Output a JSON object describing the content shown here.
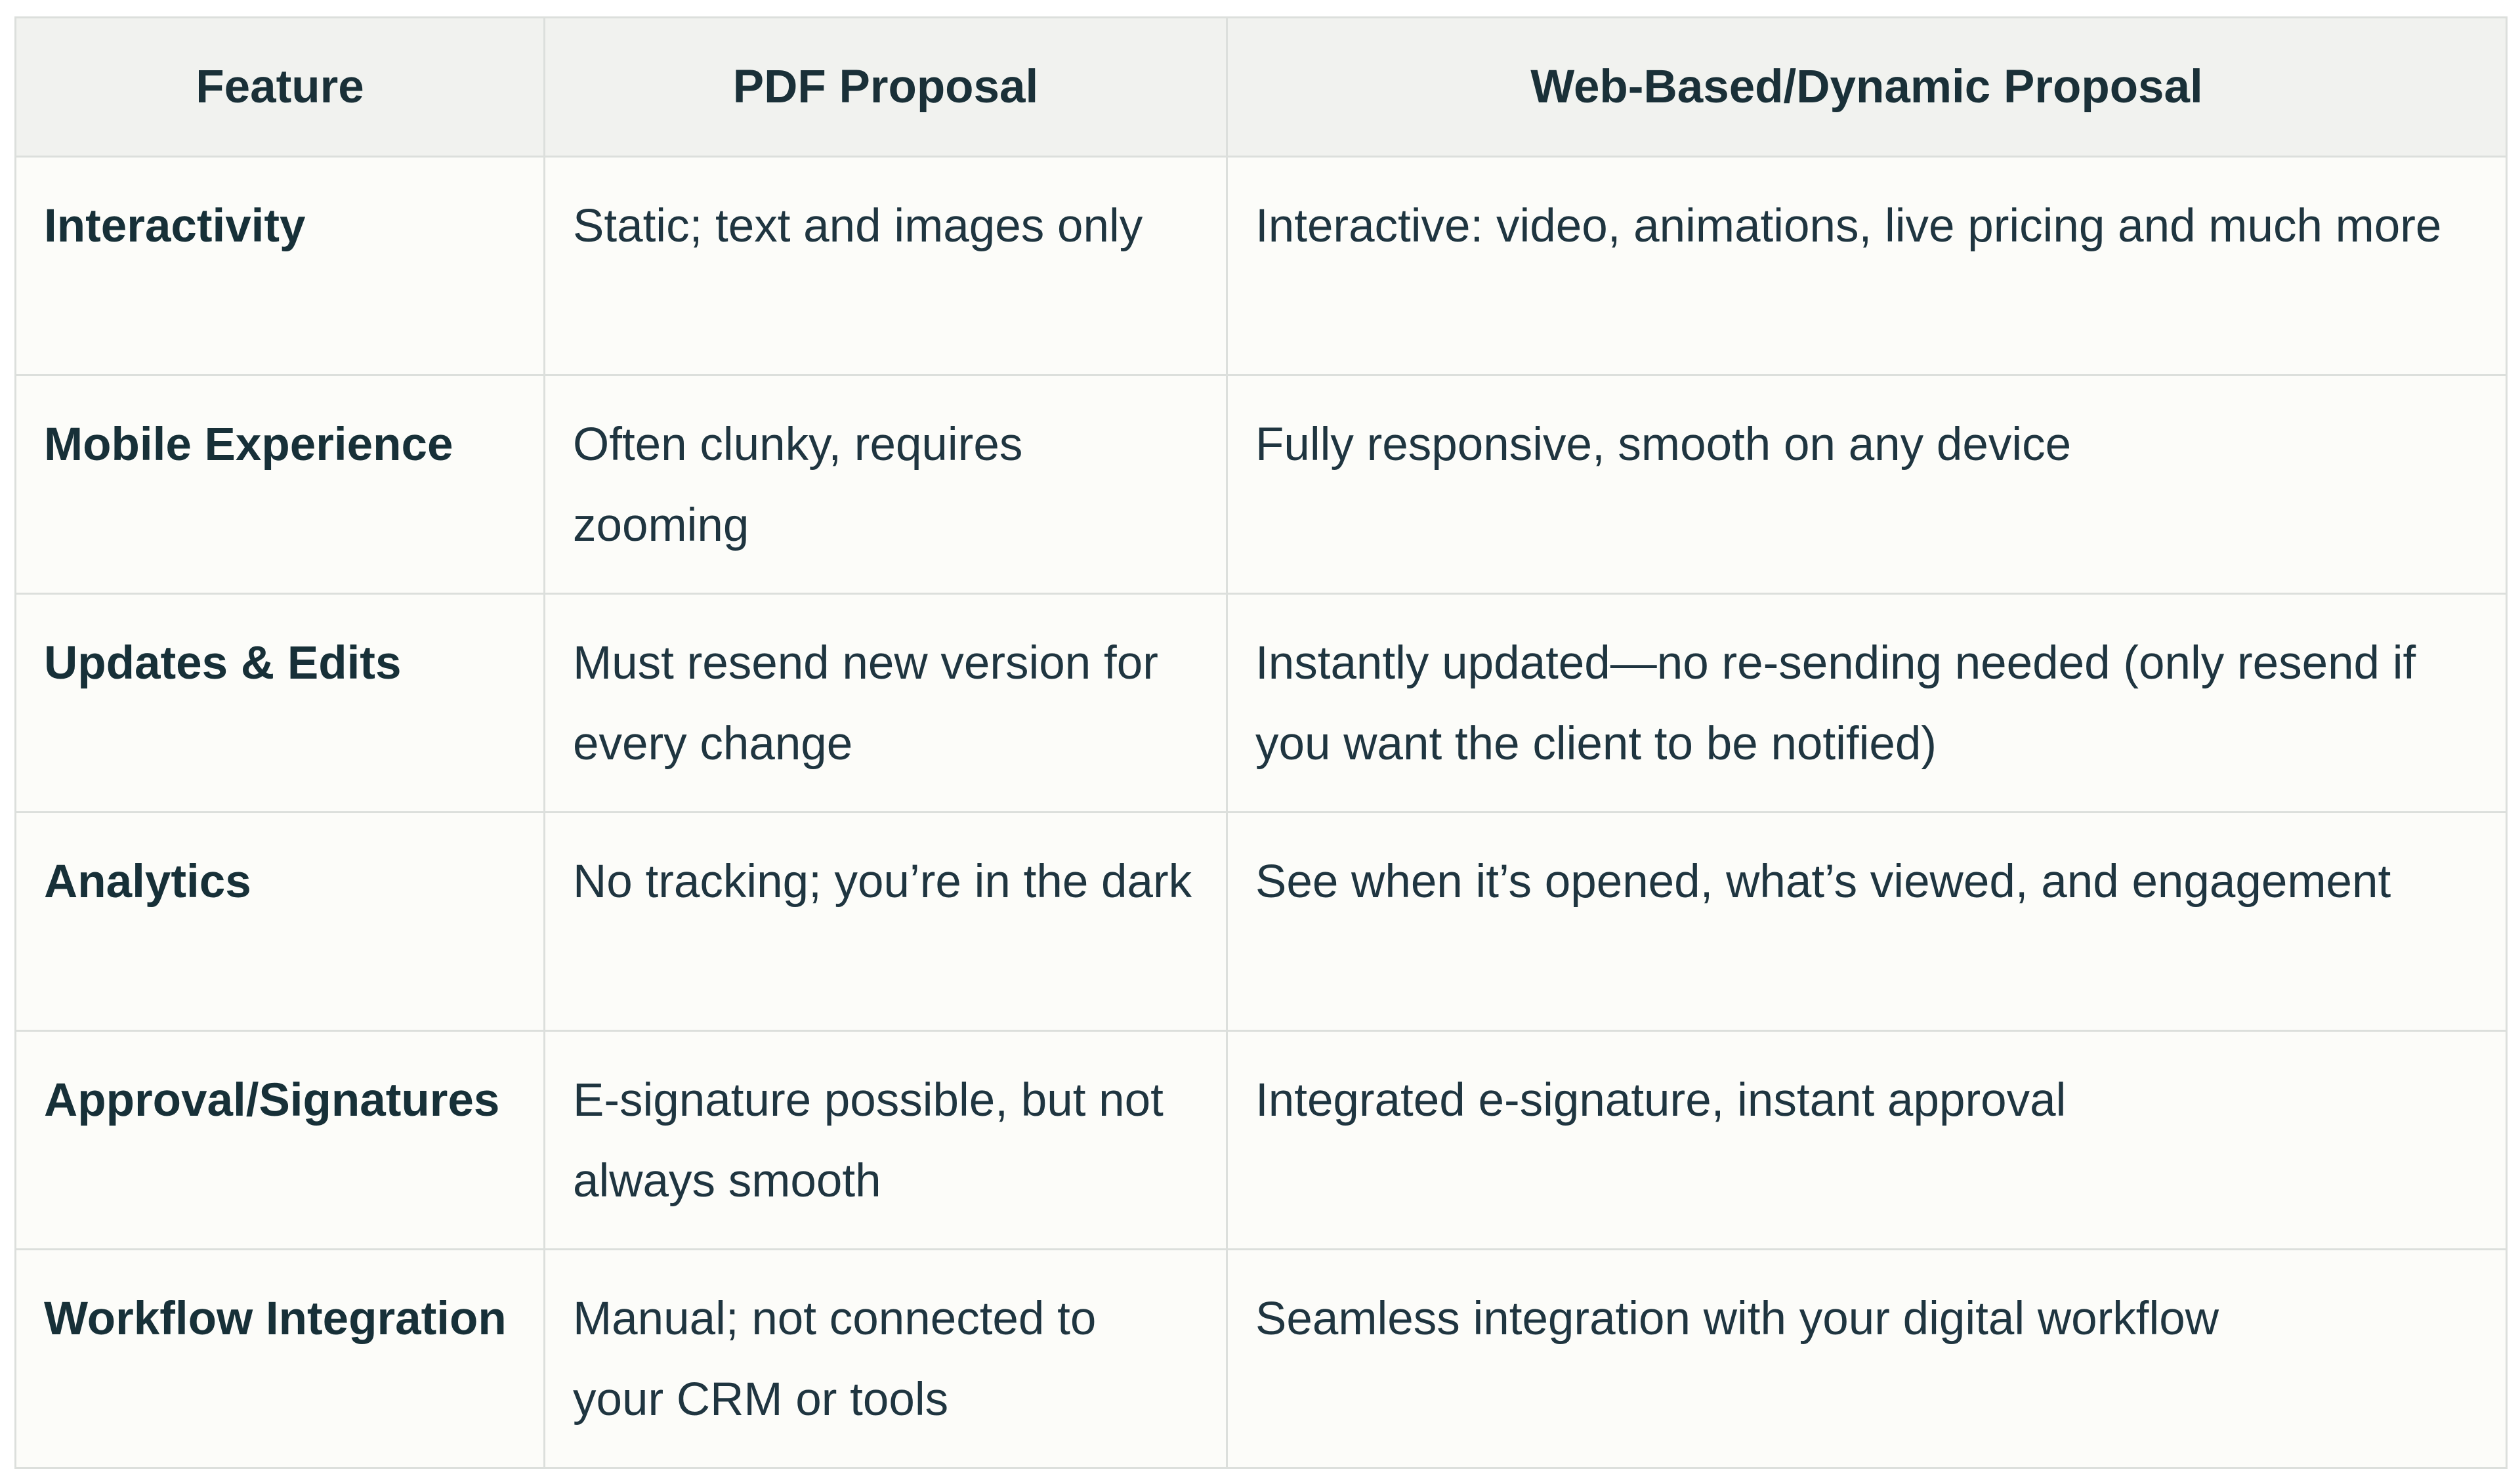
{
  "table": {
    "headers": [
      "Feature",
      "PDF Proposal",
      "Web-Based/Dynamic Proposal"
    ],
    "rows": [
      {
        "feature": "Interactivity",
        "pdf": "Static; text and images only",
        "web": "Interactive: video, animations, live pricing and much more"
      },
      {
        "feature": "Mobile Experience",
        "pdf": "Often clunky, requires zooming",
        "web": "Fully responsive, smooth on any device"
      },
      {
        "feature": "Updates & Edits",
        "pdf": "Must resend new version for every change",
        "web": "Instantly updated—no re-sending needed (only resend if you want the client to be notified)"
      },
      {
        "feature": "Analytics",
        "pdf": "No tracking; you’re in the dark",
        "web": "See when it’s opened, what’s viewed, and engagement"
      },
      {
        "feature": "Approval/Signatures",
        "pdf": "E-signature possible, but not always smooth",
        "web": "Integrated e-signature, instant approval"
      },
      {
        "feature": "Workflow Integration",
        "pdf": "Manual; not connected to your CRM or tools",
        "web": "Seamless integration with your digital workflow"
      }
    ]
  },
  "colors": {
    "text": "#1a3038",
    "header_bg": "#f1f2ef",
    "cell_bg": "#fcfcf9",
    "border": "#dcdfdc"
  }
}
